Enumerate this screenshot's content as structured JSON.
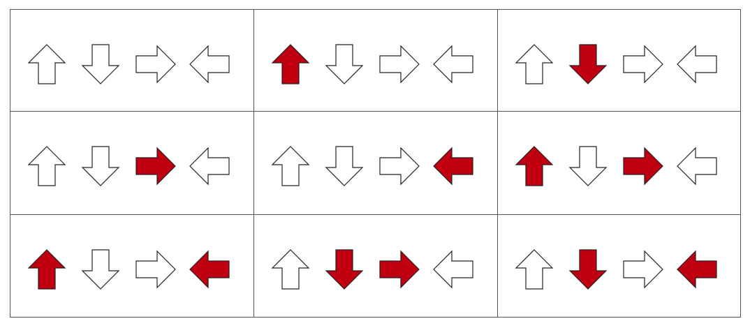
{
  "colors": {
    "active": "#c00010",
    "inactive": "#ffffff",
    "outline": "#222222",
    "grid_line": "#555555"
  },
  "arrow_order": [
    "up",
    "down",
    "right",
    "left"
  ],
  "icons": [
    "arrow-up-icon",
    "arrow-down-icon",
    "arrow-right-icon",
    "arrow-left-icon"
  ],
  "cells": [
    {
      "row": 1,
      "col": 1,
      "active": []
    },
    {
      "row": 1,
      "col": 2,
      "active": [
        "up"
      ]
    },
    {
      "row": 1,
      "col": 3,
      "active": [
        "down"
      ]
    },
    {
      "row": 2,
      "col": 1,
      "active": [
        "right"
      ]
    },
    {
      "row": 2,
      "col": 2,
      "active": [
        "left"
      ]
    },
    {
      "row": 2,
      "col": 3,
      "active": [
        "up",
        "right"
      ]
    },
    {
      "row": 3,
      "col": 1,
      "active": [
        "up",
        "left"
      ]
    },
    {
      "row": 3,
      "col": 2,
      "active": [
        "down",
        "right"
      ]
    },
    {
      "row": 3,
      "col": 3,
      "active": [
        "down",
        "left"
      ]
    }
  ]
}
